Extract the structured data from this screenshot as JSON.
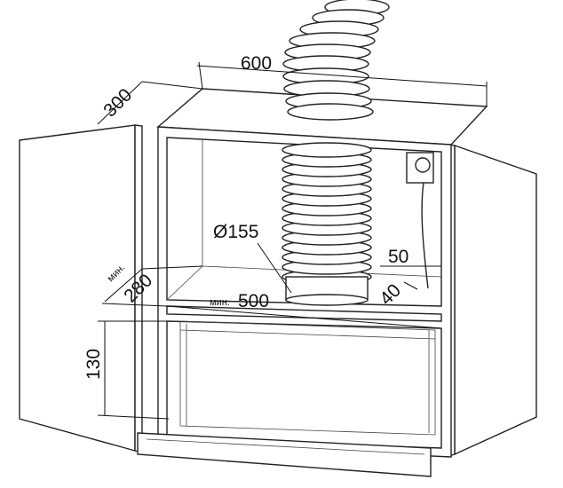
{
  "dimensions": {
    "width": "600",
    "depth": "300",
    "duct_diameter": "Ø155",
    "socket_offset": "50",
    "pipe_gap": "40",
    "min_label_depth": "мин.",
    "min_depth": "280",
    "min_label_width": "мин.",
    "min_width": "500",
    "height": "130"
  }
}
